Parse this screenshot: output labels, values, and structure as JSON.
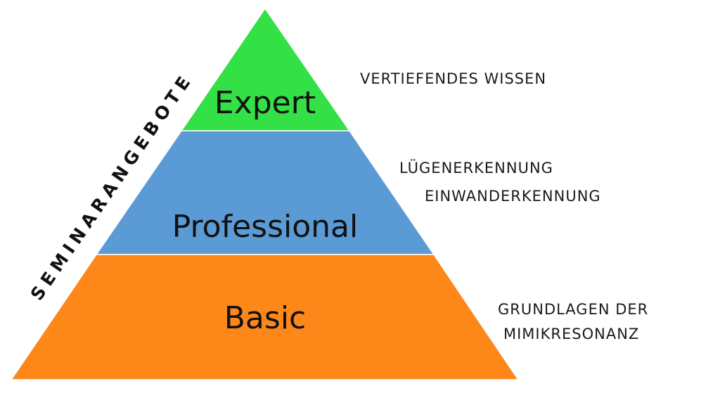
{
  "caption": "SEMINARANGEBOTE",
  "tiers": [
    {
      "label": "Expert",
      "color": "#33e046",
      "notes": [
        "VERTIEFENDES WISSEN"
      ]
    },
    {
      "label": "Professional",
      "color": "#5b9bd5",
      "notes": [
        "LÜGENERKENNUNG",
        "EINWANDERKENNUNG"
      ]
    },
    {
      "label": "Basic",
      "color": "#fd8719",
      "notes": [
        "GRUNDLAGEN DER",
        "MIMIKRESONANZ"
      ]
    }
  ]
}
